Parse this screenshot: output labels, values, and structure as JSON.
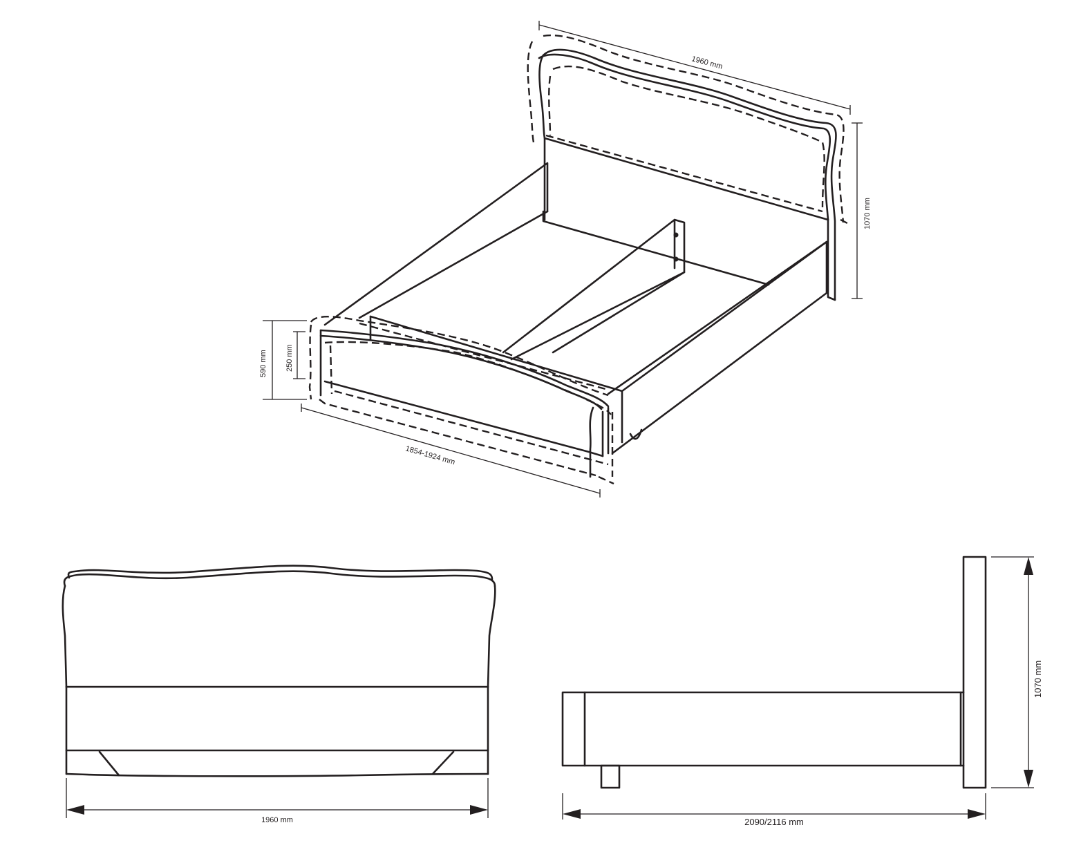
{
  "dimensions": {
    "iso_width": "1960 mm",
    "iso_height": "1070 mm",
    "iso_footboard_height": "590 mm",
    "iso_rail_height": "250 mm",
    "iso_length": "1854-1924 mm",
    "front_width": "1960 mm",
    "side_length": "2090/2116 mm",
    "side_height": "1070 mm"
  }
}
